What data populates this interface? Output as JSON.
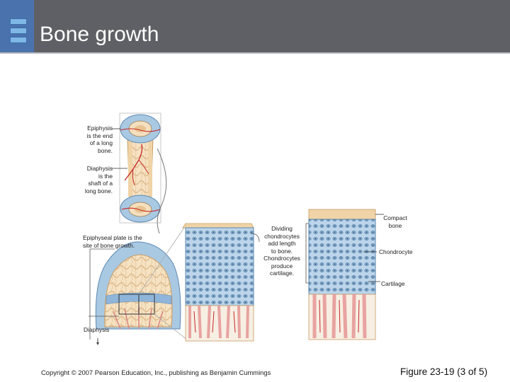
{
  "slide": {
    "title": "Bone growth"
  },
  "labels": {
    "epiphysis": [
      "Epiphysis",
      "is the end",
      "of a long",
      "bone."
    ],
    "diaphysis": [
      "Diaphysis",
      "is the",
      "shaft of a",
      "long bone."
    ],
    "epiphyseal_plate": [
      "Epiphyseal plate is the",
      "site of bone growth."
    ],
    "dividing": [
      "Dividing",
      "chondrocytes",
      "add length",
      "to bone.",
      "Chondrocytes",
      "produce",
      "cartilage."
    ],
    "compact_bone": [
      "Compact",
      "bone"
    ],
    "chondrocyte": "Chondrocyte",
    "cartilage": "Cartilage",
    "diaphysis_bottom": "Diaphysis"
  },
  "footer": {
    "copyright": "Copyright © 2007 Pearson Education, Inc., publishing as Benjamin Cummings",
    "figure": "Figure 23-19 (3 of 5)"
  },
  "colors": {
    "header": "#5f6065",
    "accent": "#4a73ad",
    "cartilage": "#a9c9e3",
    "bone": "#f0d3a6",
    "tissue": "#e8a3a0",
    "vessel": "#c8272a"
  }
}
